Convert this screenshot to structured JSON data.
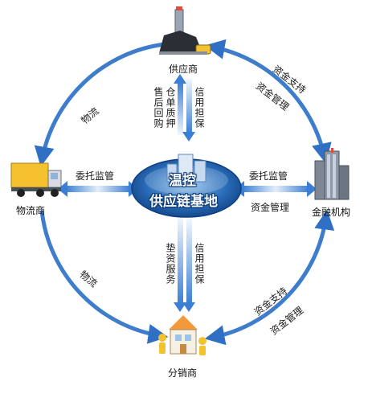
{
  "nodes": {
    "supplier": "供应商",
    "logistics_provider": "物流商",
    "financial_institution": "金融机构",
    "distributor": "分销商"
  },
  "hub": {
    "line1": "温控",
    "line2": "供应链基地"
  },
  "edges": {
    "top_left_arc": "物流",
    "bottom_left_arc": "物流",
    "top_right_arc_1": "资金支持",
    "top_right_arc_2": "资金管理",
    "bottom_right_arc_1": "资金支持",
    "bottom_right_arc_2": "资金管理",
    "left_link": "委托监管",
    "right_link_1": "委托监管",
    "right_link_2": "资金管理",
    "upper_vertical_left": "仓单质押",
    "upper_vertical_left_2": "售后回购",
    "upper_vertical_right": "信用担保",
    "lower_vertical_left": "垫资服务",
    "lower_vertical_right": "信用担保"
  },
  "colors": {
    "ring": "#2f6fc4",
    "ring_light": "#cfe1f6",
    "arrow": "#3b7fd4",
    "hub_bg": "#1d5fae"
  }
}
